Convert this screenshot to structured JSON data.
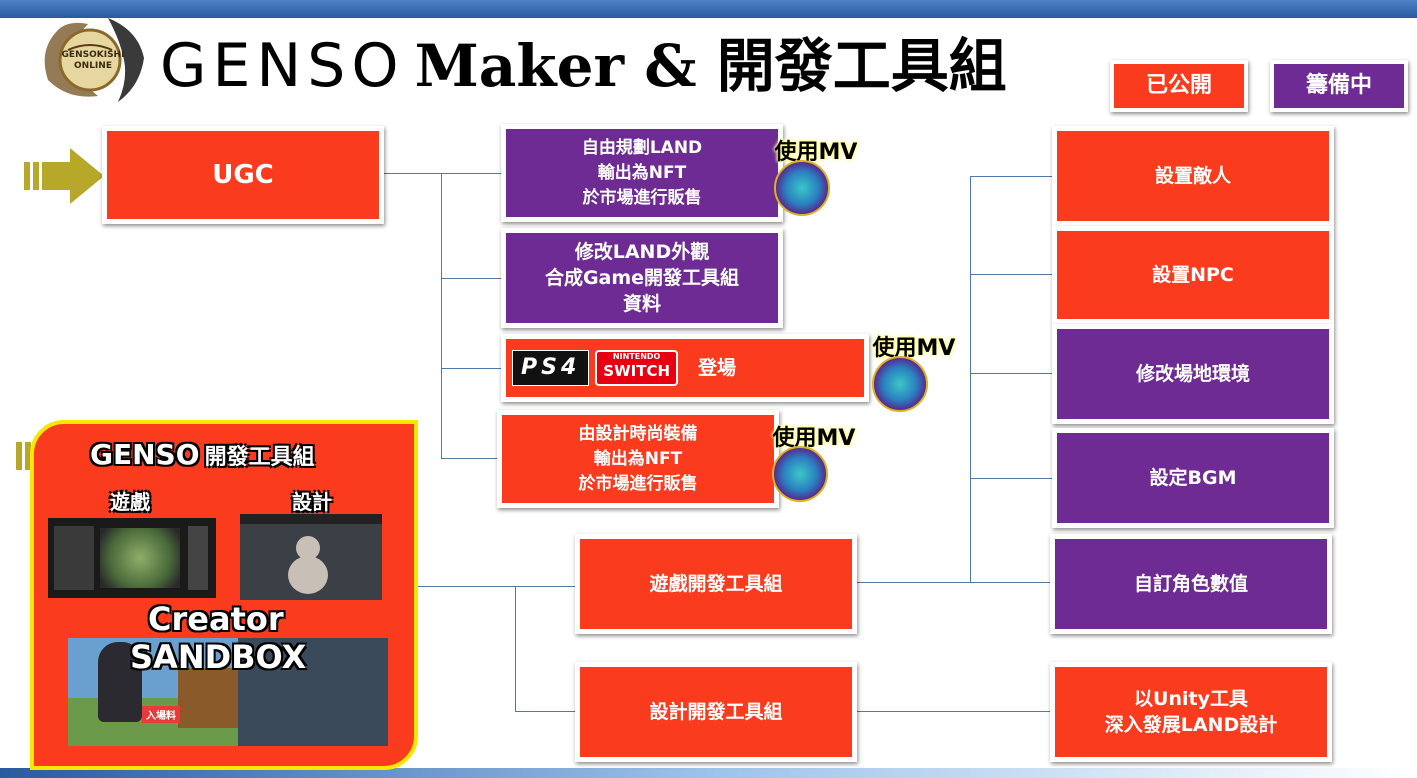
{
  "header": {
    "logo_text": "GENSOKISHI ONLINE",
    "title_brand": "GENSO",
    "title_rest": "Maker & 開發工具組"
  },
  "legend": {
    "released": "已公開",
    "preparing": "籌備中",
    "released_color": "#fb3b1e",
    "preparing_color": "#6e2b93"
  },
  "nodes": {
    "ugc": "UGC",
    "land_nft": [
      "自由規劃LAND",
      "輸出為NFT",
      "於市場進行販售"
    ],
    "land_look": [
      "修改LAND外觀",
      "合成Game開發工具組",
      "資料"
    ],
    "platform": {
      "ps4": "PS4",
      "switch_top": "NINTENDO",
      "switch_bottom": "SWITCH",
      "text": "登場"
    },
    "fashion_nft": [
      "由設計時尚裝備",
      "輸出為NFT",
      "於市場進行販售"
    ],
    "game_kit": "遊戲開發工具組",
    "design_kit": "設計開發工具組",
    "enemy": "設置敵人",
    "npc": "設置NPC",
    "env": "修改場地環境",
    "bgm": "設定BGM",
    "stats": "自訂角色數值",
    "unity": [
      "以Unity工具",
      "深入發展LAND設計"
    ]
  },
  "mv_label": "使用MV",
  "sandbox": {
    "title_en": "GENSO",
    "title_zh": "開發工具組",
    "game_label": "遊戲",
    "design_label": "設計",
    "creator": "Creator",
    "sandbox_word": "SANDBOX",
    "badge": "入場料"
  },
  "icons": [
    "arrow-right-icon",
    "mv-token-icon",
    "ps4-logo-icon",
    "switch-logo-icon"
  ]
}
